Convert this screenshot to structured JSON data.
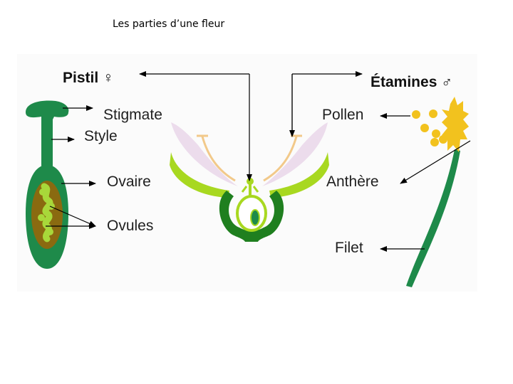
{
  "title": "Les parties d’une fleur",
  "labels": {
    "pistil": "Pistil ♀",
    "stigmate": "Stigmate",
    "style": "Style",
    "ovaire": "Ovaire",
    "ovules": "Ovules",
    "etamines": "Étamines ♂",
    "pollen": "Pollen",
    "anthere": "Anthère",
    "filet": "Filet"
  },
  "colors": {
    "pistil_green": "#1e8a4a",
    "ovary_brown": "#8a6a10",
    "ovule_green": "#a8d83a",
    "flower_dark_green": "#1f7f1f",
    "flower_light_green": "#a8d820",
    "petal_pink": "#ecdcec",
    "stamen_tan": "#f2c98a",
    "pollen_yellow": "#f2c21e",
    "stamen_filament": "#1e8a4a"
  }
}
